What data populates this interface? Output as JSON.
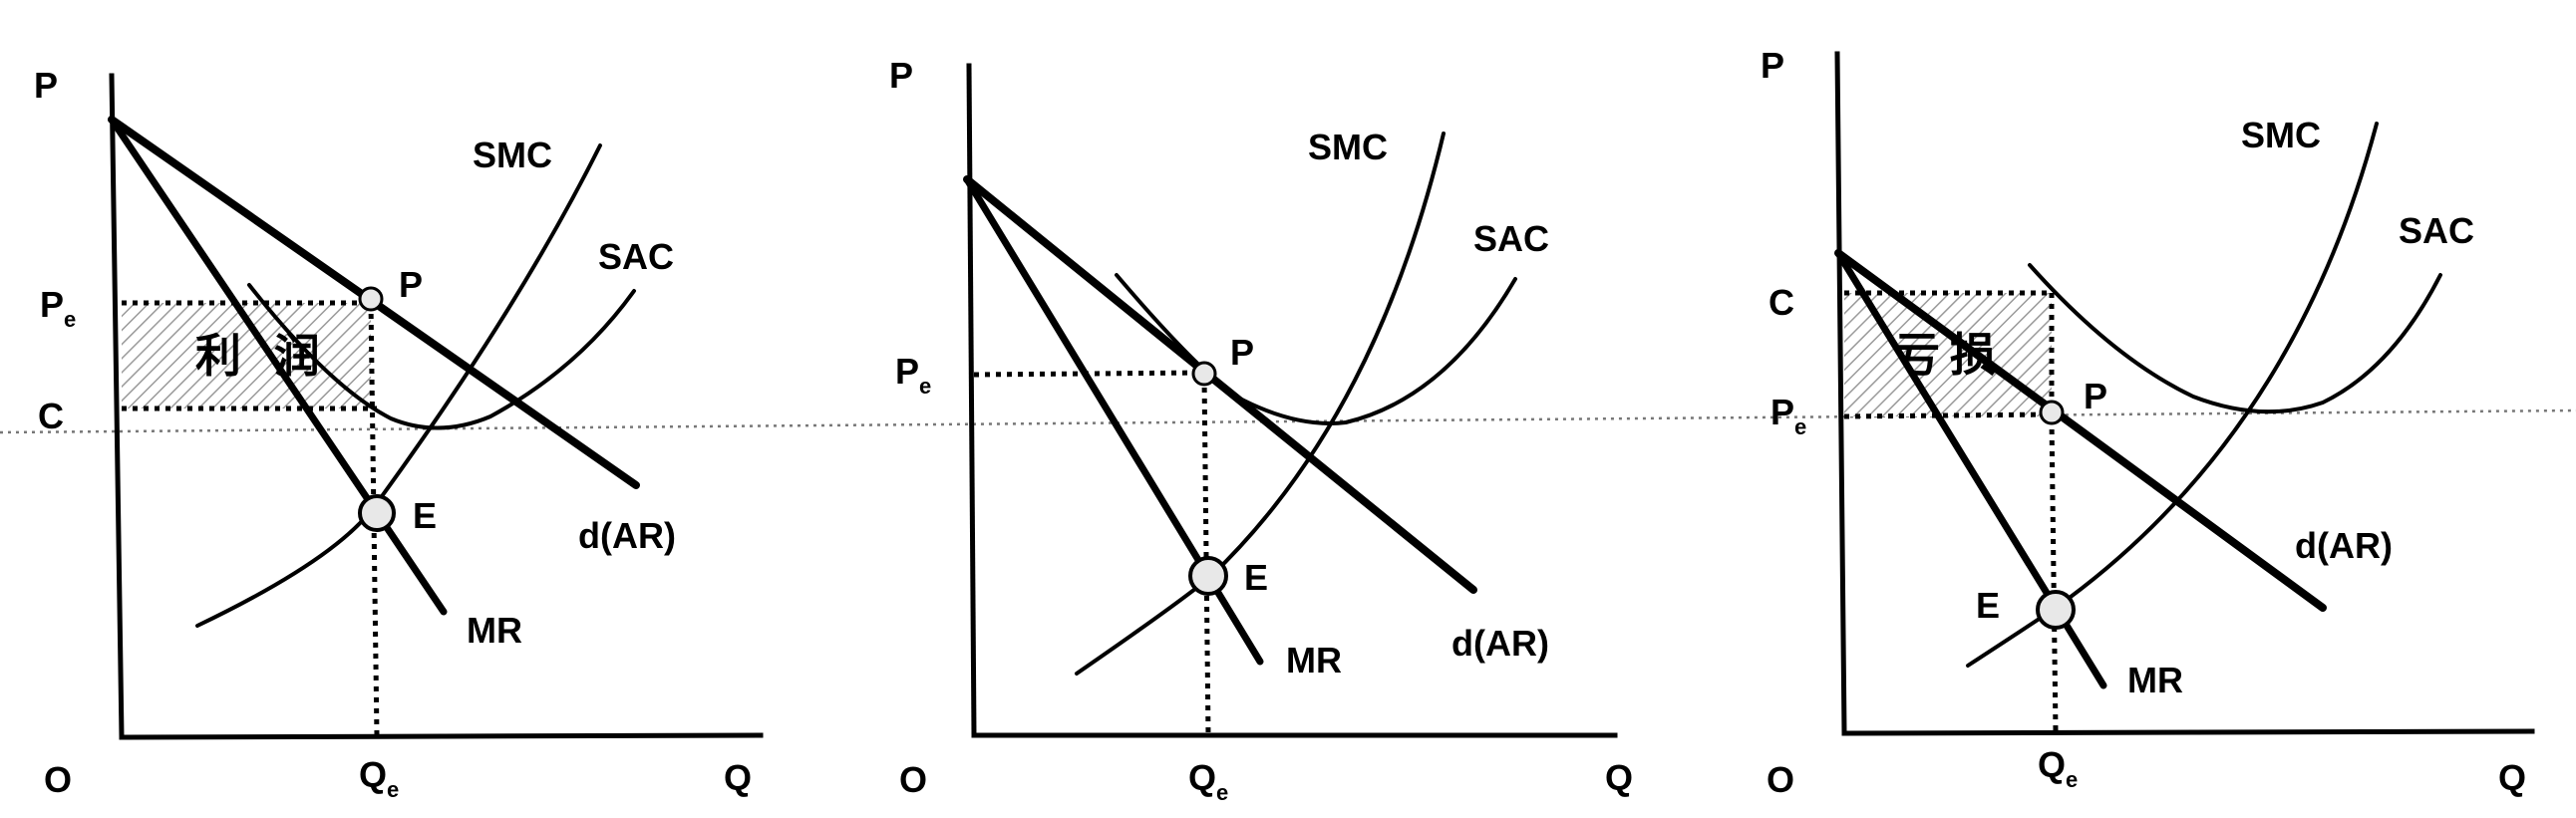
{
  "panels": [
    {
      "axis_y": "P",
      "axis_x": "Q",
      "origin": "O",
      "qe": {
        "main": "Q",
        "sub": "e"
      },
      "pe": {
        "main": "P",
        "sub": "e"
      },
      "c": "C",
      "point_p": "P",
      "point_e": "E",
      "smc": "SMC",
      "sac": "SAC",
      "demand": "d(AR)",
      "mr": "MR",
      "region": "利 润"
    },
    {
      "axis_y": "P",
      "axis_x": "Q",
      "origin": "O",
      "qe": {
        "main": "Q",
        "sub": "e"
      },
      "pe": {
        "main": "P",
        "sub": "e"
      },
      "point_p": "P",
      "point_e": "E",
      "smc": "SMC",
      "sac": "SAC",
      "demand": "d(AR)",
      "mr": "MR"
    },
    {
      "axis_y": "P",
      "axis_x": "Q",
      "origin": "O",
      "qe": {
        "main": "Q",
        "sub": "e"
      },
      "pe": {
        "main": "P",
        "sub": "e"
      },
      "c": "C",
      "point_p": "P",
      "point_e": "E",
      "smc": "SMC",
      "sac": "SAC",
      "demand": "d(AR)",
      "mr": "MR",
      "region": "亏损"
    }
  ],
  "colors": {
    "ink": "#000000",
    "hatch": "#9a9a9a",
    "point_fill": "#e8e8e8",
    "guide": "#777777"
  }
}
